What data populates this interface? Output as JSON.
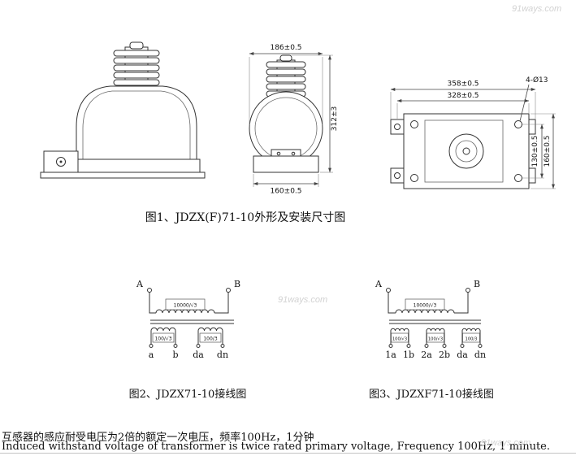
{
  "page": {
    "watermark": "91ways.com"
  },
  "figure1": {
    "caption": "图1、JDZX(F)71-10外形及安装尺寸图",
    "dims": {
      "front_width": "186±0.5",
      "front_height": "312±3",
      "front_base_width": "160±0.5",
      "top_width_outer": "358±0.5",
      "top_width_inner": "328±0.5",
      "mounting_holes": "4-Ø13",
      "top_depth_inner": "130±0.5",
      "top_depth_outer": "160±0.5"
    }
  },
  "figure2": {
    "caption": "图2、JDZX71-10接线图",
    "terminal_a": "A",
    "terminal_b": "B",
    "primary_ratio": "10000/√3",
    "windings": [
      {
        "ratio": "100/√3",
        "t1": "a",
        "t2": "b"
      },
      {
        "ratio": "100/3",
        "t1": "da",
        "t2": "dn"
      }
    ]
  },
  "figure3": {
    "caption": "图3、JDZXF71-10接线图",
    "terminal_a": "A",
    "terminal_b": "B",
    "primary_ratio": "10000/√3",
    "windings": [
      {
        "ratio": "100/√3",
        "t1": "1a",
        "t2": "1b"
      },
      {
        "ratio": "100/√3",
        "t1": "2a",
        "t2": "2b"
      },
      {
        "ratio": "100/3",
        "t1": "da",
        "t2": "dn"
      }
    ]
  },
  "notes": {
    "chinese": "互感器的感应耐受电压为2倍的额定一次电压，频率100Hz，1分钟",
    "english": "Induced withstand voltage of transformer is twice rated primary voltage, Frequency 100Hz, 1 minute."
  }
}
